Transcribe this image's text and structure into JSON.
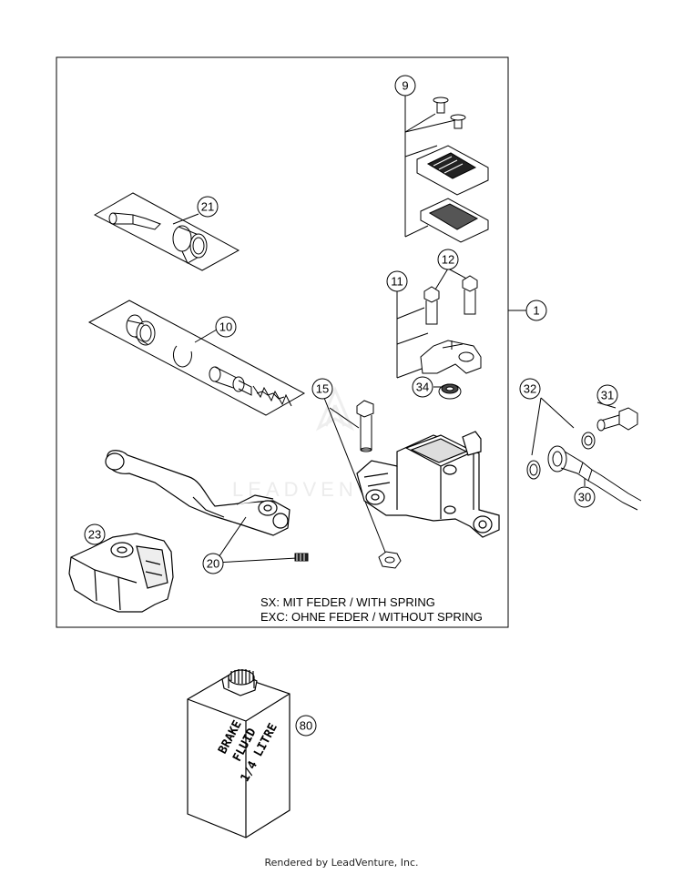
{
  "callouts": {
    "c1": "1",
    "c9": "9",
    "c10": "10",
    "c11": "11",
    "c12": "12",
    "c15": "15",
    "c20": "20",
    "c21": "21",
    "c23": "23",
    "c30": "30",
    "c31": "31",
    "c32": "32",
    "c34": "34",
    "c80": "80"
  },
  "notes": {
    "sx": "SX: MIT FEDER / WITH SPRING",
    "exc": "EXC: OHNE FEDER / WITHOUT SPRING"
  },
  "bottle_label": {
    "line1": "BRAKE",
    "line2": "FLUID",
    "line3": "1/4 LITRE"
  },
  "watermark": "LEADVENTURE",
  "footer": "Rendered by LeadVenture, Inc."
}
